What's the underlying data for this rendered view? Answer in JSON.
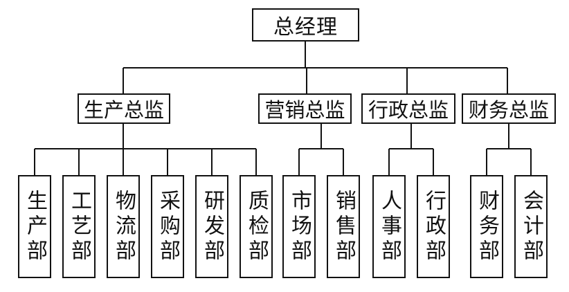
{
  "org": {
    "root": "总经理",
    "directors": [
      {
        "label": "生产总监",
        "departments": [
          "生产部",
          "工艺部",
          "物流部",
          "采购部",
          "研发部",
          "质检部"
        ]
      },
      {
        "label": "营销总监",
        "departments": [
          "市场部",
          "销售部"
        ]
      },
      {
        "label": "行政总监",
        "departments": [
          "人事部",
          "行政部"
        ]
      },
      {
        "label": "财务总监",
        "departments": [
          "财务部",
          "会计部"
        ]
      }
    ]
  }
}
